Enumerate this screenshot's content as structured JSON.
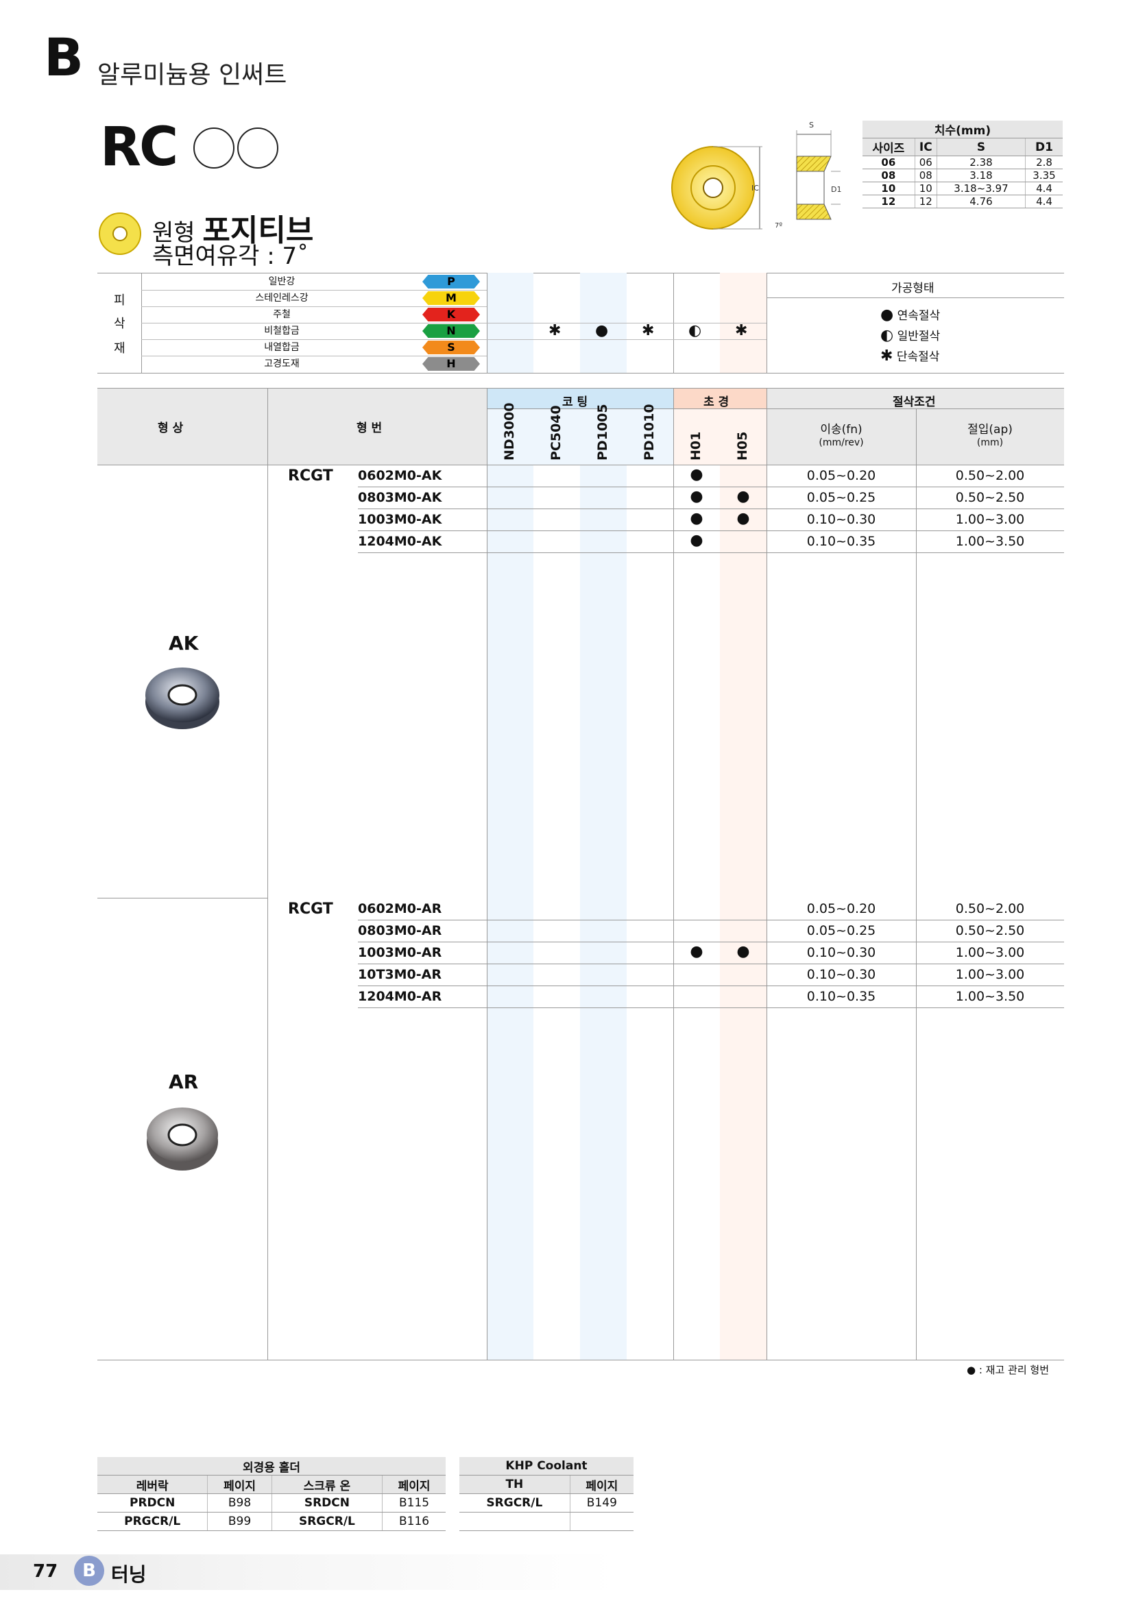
{
  "header": {
    "section_letter": "B",
    "section_title": "알루미늄용 인써트"
  },
  "product": {
    "code": "RC",
    "shape_prefix": "원형",
    "shape_type": "포지티브",
    "clearance": "측면여유각 : 7˚"
  },
  "drawing": {
    "s_label": "S",
    "ic_label": "IC",
    "d1_label": "D1",
    "angle_label": "7º"
  },
  "dimensions": {
    "title": "치수(mm)",
    "columns": [
      "사이즈",
      "IC",
      "S",
      "D1"
    ],
    "rows": [
      [
        "06",
        "06",
        "2.38",
        "2.8"
      ],
      [
        "08",
        "08",
        "3.18",
        "3.35"
      ],
      [
        "10",
        "10",
        "3.18~3.97",
        "4.4"
      ],
      [
        "12",
        "12",
        "4.76",
        "4.4"
      ]
    ]
  },
  "materials": {
    "side_label": [
      "피",
      "삭",
      "재"
    ],
    "rows": [
      {
        "name": "일반강",
        "code": "P",
        "color": "#2e9ad8"
      },
      {
        "name": "스테인레스강",
        "code": "M",
        "color": "#f7d30e"
      },
      {
        "name": "주철",
        "code": "K",
        "color": "#e3231d"
      },
      {
        "name": "비철합금",
        "code": "N",
        "color": "#1aa042"
      },
      {
        "name": "내열합금",
        "code": "S",
        "color": "#f28a1b"
      },
      {
        "name": "고경도재",
        "code": "H",
        "color": "#8c8c8c"
      }
    ],
    "n_marks": [
      "✱",
      "●",
      "✱",
      "◐",
      "✱"
    ],
    "legend_title": "가공형태",
    "legend": [
      {
        "symbol": "●",
        "label": "연속절삭"
      },
      {
        "symbol": "◐",
        "label": "일반절삭"
      },
      {
        "symbol": "✱",
        "label": "단속절삭"
      }
    ]
  },
  "main_table": {
    "col_shape": "형 상",
    "col_type": "형 번",
    "group_coating": "코 팅",
    "group_carbide": "초 경",
    "group_cond": "절삭조건",
    "grades": [
      "ND3000",
      "PC5040",
      "PD1005",
      "PD1010",
      "H01",
      "H05"
    ],
    "feed": "이송(fn)",
    "feed_unit": "(mm/rev)",
    "depth": "절입(ap)",
    "depth_unit": "(mm)",
    "groups": [
      {
        "shape": "AK",
        "series": "RCGT",
        "rows": [
          {
            "code": "0602M0-AK",
            "h01": "●",
            "h05": "",
            "feed": "0.05~0.20",
            "depth": "0.50~2.00"
          },
          {
            "code": "0803M0-AK",
            "h01": "●",
            "h05": "●",
            "feed": "0.05~0.25",
            "depth": "0.50~2.50"
          },
          {
            "code": "1003M0-AK",
            "h01": "●",
            "h05": "●",
            "feed": "0.10~0.30",
            "depth": "1.00~3.00"
          },
          {
            "code": "1204M0-AK",
            "h01": "●",
            "h05": "",
            "feed": "0.10~0.35",
            "depth": "1.00~3.50"
          }
        ]
      },
      {
        "shape": "AR",
        "series": "RCGT",
        "rows": [
          {
            "code": "0602M0-AR",
            "h01": "",
            "h05": "",
            "feed": "0.05~0.20",
            "depth": "0.50~2.00"
          },
          {
            "code": "0803M0-AR",
            "h01": "",
            "h05": "",
            "feed": "0.05~0.25",
            "depth": "0.50~2.50"
          },
          {
            "code": "1003M0-AR",
            "h01": "●",
            "h05": "●",
            "feed": "0.10~0.30",
            "depth": "1.00~3.00"
          },
          {
            "code": "10T3M0-AR",
            "h01": "",
            "h05": "",
            "feed": "0.10~0.30",
            "depth": "1.00~3.00"
          },
          {
            "code": "1204M0-AR",
            "h01": "",
            "h05": "",
            "feed": "0.10~0.35",
            "depth": "1.00~3.50"
          }
        ]
      }
    ],
    "note": "● : 재고 관리 형번"
  },
  "holders": {
    "title": "외경용 홀더",
    "columns": [
      "레버락",
      "페이지",
      "스크류 온",
      "페이지"
    ],
    "rows": [
      [
        "PRDCN",
        "B98",
        "SRDCN",
        "B115"
      ],
      [
        "PRGCR/L",
        "B99",
        "SRGCR/L",
        "B116"
      ]
    ]
  },
  "coolant": {
    "title": "KHP Coolant",
    "columns": [
      "TH",
      "페이지"
    ],
    "rows": [
      [
        "SRGCR/L",
        "B149"
      ],
      [
        "",
        ""
      ]
    ]
  },
  "footer": {
    "page": "77",
    "section": "B",
    "label": "터닝"
  }
}
